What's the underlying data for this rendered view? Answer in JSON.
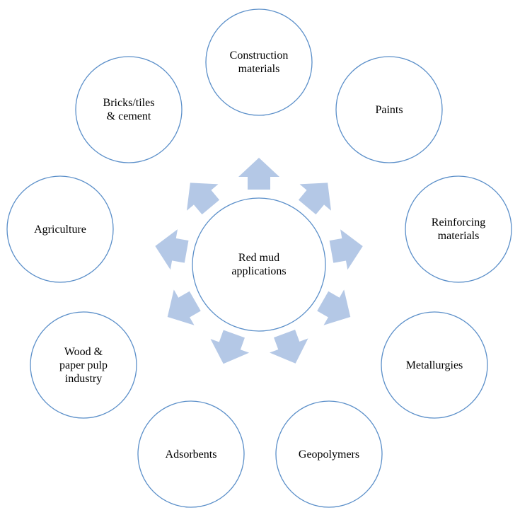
{
  "center": {
    "label": "Red mud\napplications"
  },
  "applications": [
    {
      "id": "construction-materials",
      "label": "Construction\nmaterials"
    },
    {
      "id": "paints",
      "label": "Paints"
    },
    {
      "id": "reinforcing-materials",
      "label": "Reinforcing\nmaterials"
    },
    {
      "id": "metallurgies",
      "label": "Metallurgies"
    },
    {
      "id": "geopolymers",
      "label": "Geopolymers"
    },
    {
      "id": "adsorbents",
      "label": "Adsorbents"
    },
    {
      "id": "wood-paper-pulp-industry",
      "label": "Wood &\npaper pulp\nindustry"
    },
    {
      "id": "agriculture",
      "label": "Agriculture"
    },
    {
      "id": "bricks-tiles-cement",
      "label": "Bricks/tiles\n& cement"
    }
  ],
  "colors": {
    "circle_stroke": "#5b8fc9",
    "arrow_fill": "#b4c8e6",
    "text": "#000000"
  }
}
